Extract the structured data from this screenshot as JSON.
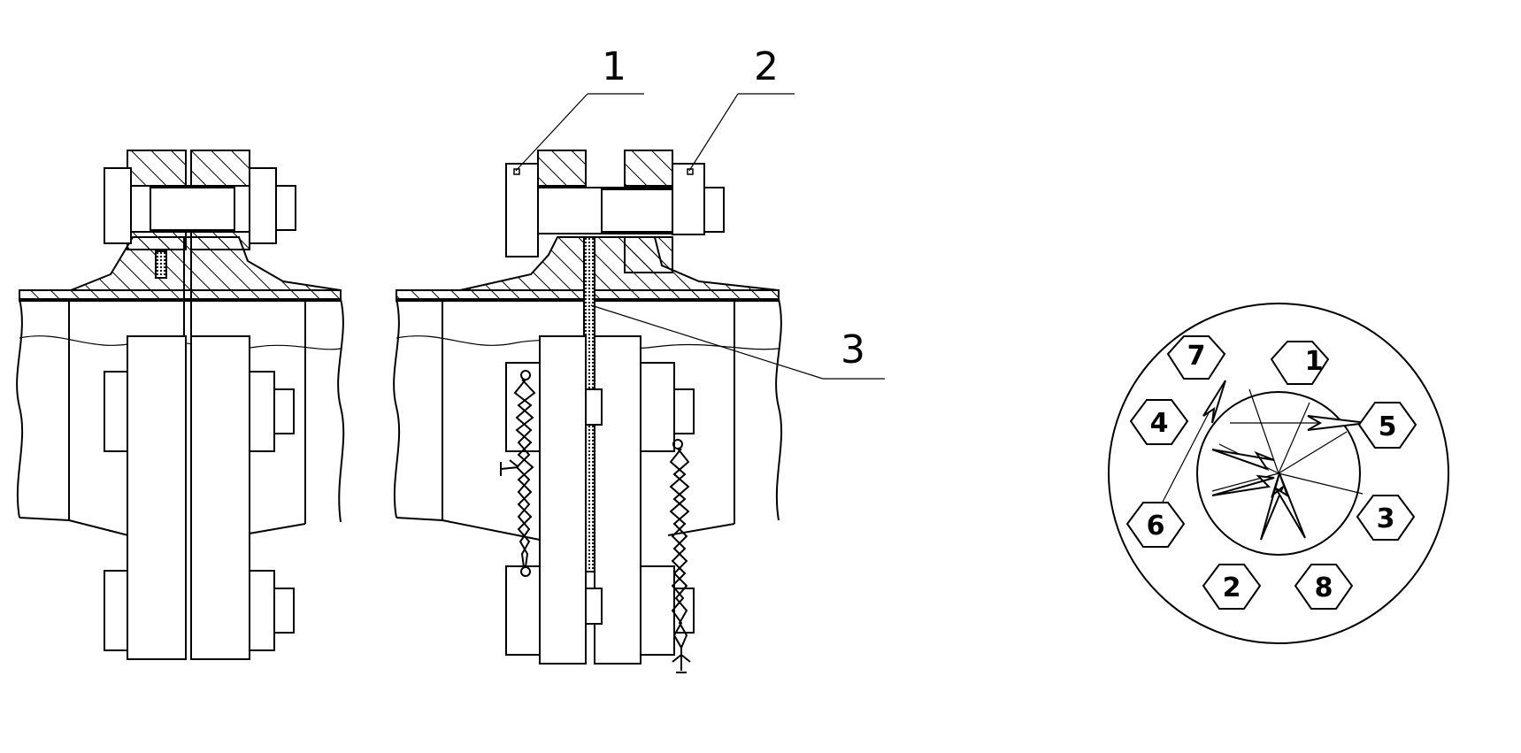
{
  "callouts": [
    {
      "id": "c1",
      "label": "1"
    },
    {
      "id": "c2",
      "label": "2"
    },
    {
      "id": "c3",
      "label": "3"
    }
  ],
  "bolt_sequence": [
    "1",
    "2",
    "3",
    "4",
    "5",
    "6",
    "7",
    "8"
  ]
}
